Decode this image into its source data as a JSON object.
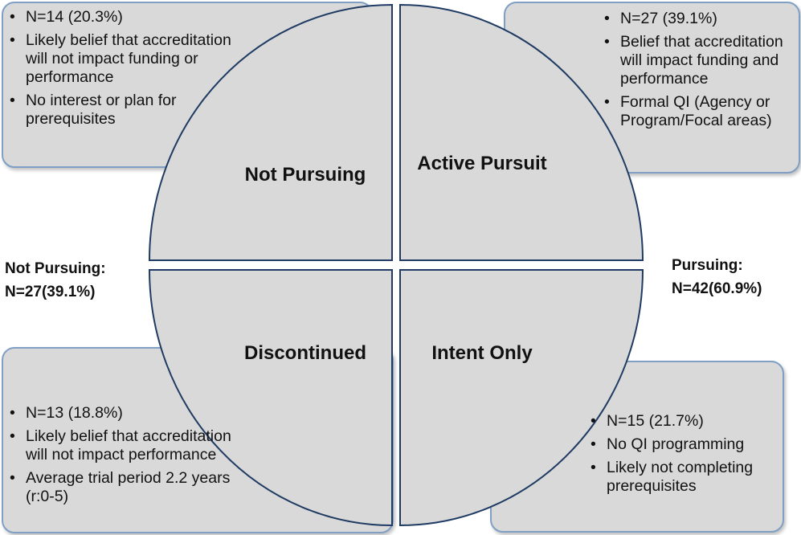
{
  "boxes": {
    "top_left": [
      "N=14 (20.3%)",
      "Likely belief that accreditation will not impact funding  or performance",
      "No interest or plan for prerequisites"
    ],
    "top_right": [
      "N=27 (39.1%)",
      "Belief that accreditation will impact funding  and performance",
      "Formal QI (Agency or Program/Focal areas)"
    ],
    "bottom_left": [
      "N=13 (18.8%)",
      "Likely belief that accreditation will not impact performance",
      "Average trial period 2.2 years (r:0-5)"
    ],
    "bottom_right": [
      "N=15 (21.7%)",
      "No QI programming",
      "Likely not completing prerequisites"
    ]
  },
  "quadrants": {
    "top_left": "Not Pursuing",
    "top_right": "Active Pursuit",
    "bottom_left": "Discontinued",
    "bottom_right": "Intent Only"
  },
  "side_labels": {
    "left_title": "Not Pursuing:",
    "left_value": "N=27(39.1%)",
    "right_title": "Pursuing:",
    "right_value": "N=42(60.9%)"
  },
  "colors": {
    "quadrant_fill": "#d9d9d9",
    "box_fill": "#d9d9d9",
    "box_border": "#7f9fc4",
    "outline": "#1f3b63"
  }
}
